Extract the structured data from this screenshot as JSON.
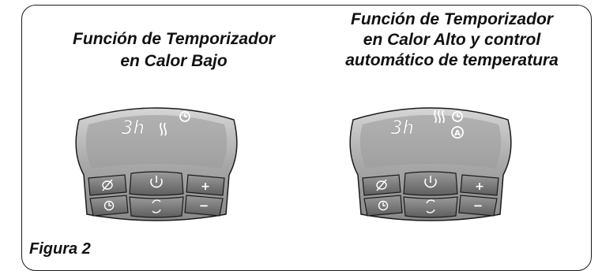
{
  "left_panel": {
    "title_lines": [
      "Función de Temporizador",
      "en Calor Bajo"
    ],
    "display": {
      "hours_text": "3h",
      "heat_icon": "heat-low-two-wave-icon",
      "indicators": [
        "clock-icon"
      ]
    },
    "buttons": [
      {
        "name": "oscillation-button",
        "icon": "oscillation-icon"
      },
      {
        "name": "power-button",
        "icon": "power-icon"
      },
      {
        "name": "plus-button",
        "label": "+"
      },
      {
        "name": "timer-button",
        "icon": "clock-icon"
      },
      {
        "name": "mode-button",
        "icon": "cycle-icon"
      },
      {
        "name": "minus-button",
        "label": "−"
      }
    ]
  },
  "right_panel": {
    "title_lines": [
      "Función de Temporizador",
      "en Calor Alto y control",
      "automático de temperatura"
    ],
    "display": {
      "hours_text": "3h",
      "heat_icon": "heat-high-three-wave-icon",
      "indicators": [
        "clock-icon",
        "auto-a-icon"
      ]
    },
    "buttons": [
      {
        "name": "oscillation-button",
        "icon": "oscillation-icon"
      },
      {
        "name": "power-button",
        "icon": "power-icon"
      },
      {
        "name": "plus-button",
        "label": "+"
      },
      {
        "name": "timer-button",
        "icon": "clock-icon"
      },
      {
        "name": "mode-button",
        "icon": "cycle-icon"
      },
      {
        "name": "minus-button",
        "label": "−"
      }
    ]
  },
  "caption": "Figura 2",
  "colors": {
    "panel_face": "#9a9a9a",
    "panel_light": "#c8c8c8",
    "button_face": "#7a7a7a",
    "display_text": "#ffffff",
    "outline": "#1a1a1a"
  }
}
